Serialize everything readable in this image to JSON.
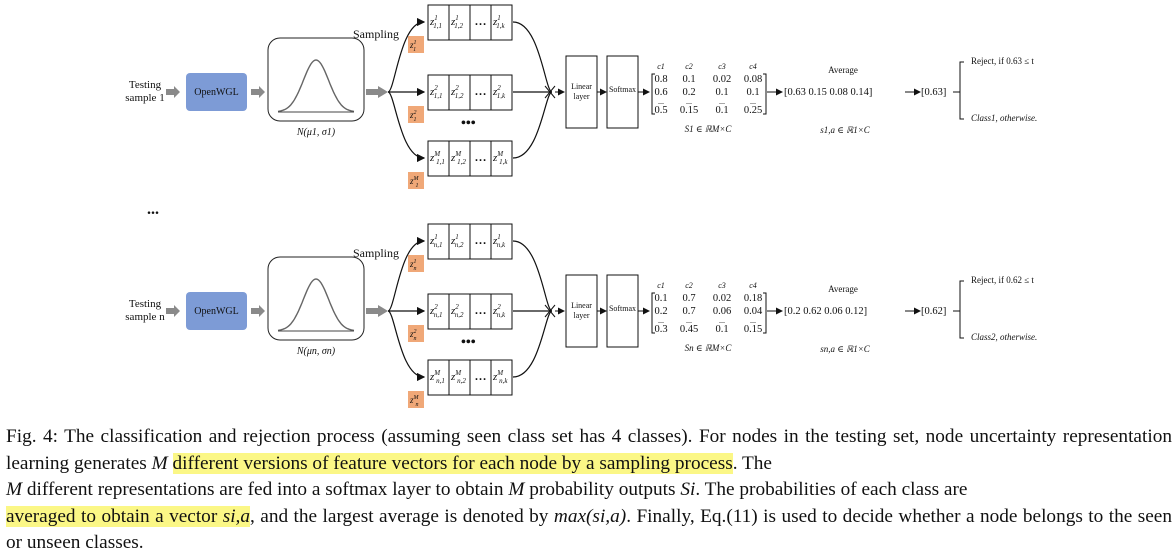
{
  "diagram": {
    "rows": [
      {
        "testing_label": [
          "Testing",
          "sample 1"
        ],
        "encoder_label": "OpenWGL",
        "distribution_label": "N(μ1, σ1)",
        "sampling_label": "Sampling",
        "node_prefix": "z1",
        "vectors": [
          {
            "superscript": "1",
            "cells": [
              "z1,1",
              "z1,2",
              "...",
              "z1,k"
            ]
          },
          {
            "superscript": "2",
            "cells": [
              "z1,1",
              "z1,2",
              "...",
              "z1,k"
            ]
          },
          {
            "superscript": "M",
            "cells": [
              "z1,1",
              "z1,2",
              "...",
              "z1,k"
            ]
          }
        ],
        "linear_label": [
          "Linear",
          "layer"
        ],
        "softmax_label": "Softmax",
        "class_headers": [
          "c1",
          "c2",
          "c3",
          "c4"
        ],
        "matrix": [
          [
            "0.8",
            "0.1",
            "0.02",
            "0.08"
          ],
          [
            "0.6",
            "0.2",
            "0.1",
            "0.1"
          ],
          [
            "0.5",
            "0.15",
            "0.1",
            "0.25"
          ]
        ],
        "matrix_caption": "S1 ∈ ℝM×C",
        "average_label": "Average",
        "average_vector": "[0.63   0.15   0.08   0.14]",
        "max_value": "[0.63]",
        "avg_caption": "s1,a ∈ ℝ1×C",
        "reject_text": "Reject, if 0.63 ≤ t",
        "class_text": "Class1, otherwise."
      },
      {
        "testing_label": [
          "Testing",
          "sample n"
        ],
        "encoder_label": "OpenWGL",
        "distribution_label": "N(μn, σn)",
        "sampling_label": "Sampling",
        "node_prefix": "zn",
        "vectors": [
          {
            "superscript": "1",
            "cells": [
              "zn,1",
              "zn,2",
              "...",
              "zn,k"
            ]
          },
          {
            "superscript": "2",
            "cells": [
              "zn,1",
              "zn,2",
              "...",
              "zn,k"
            ]
          },
          {
            "superscript": "M",
            "cells": [
              "zn,1",
              "zn,2",
              "...",
              "zn,k"
            ]
          }
        ],
        "linear_label": [
          "Linear",
          "layer"
        ],
        "softmax_label": "Softmax",
        "class_headers": [
          "c1",
          "c2",
          "c3",
          "c4"
        ],
        "matrix": [
          [
            "0.1",
            "0.7",
            "0.02",
            "0.18"
          ],
          [
            "0.2",
            "0.7",
            "0.06",
            "0.04"
          ],
          [
            "0.3",
            "0.45",
            "0.1",
            "0.15"
          ]
        ],
        "matrix_caption": "Sn ∈ ℝM×C",
        "average_label": "Average",
        "average_vector": "[0.2   0.62   0.06   0.12]",
        "max_value": "[0.62]",
        "avg_caption": "sn,a ∈ ℝ1×C",
        "reject_text": "Reject, if 0.62 ≤ t",
        "class_text": "Class2, otherwise."
      }
    ],
    "between_rows_ellipsis": "..."
  },
  "caption": {
    "p1": "Fig. 4: The classification and rejection process (assuming seen class set has 4 classes). For nodes in the testing set, node uncertainty representation learning generates ",
    "m1": "M",
    "hl1": "different versions of feature vectors for each node by a sampling process",
    "p2": ". The ",
    "m2": "M",
    "p3": " different representations are fed into a softmax layer to obtain ",
    "m3": "M",
    "p4": " probability outputs ",
    "m4": "Si",
    "p5": ". The probabilities of each class are ",
    "hl2": "averaged to obtain a vector ",
    "m5": "si,a",
    "p6": ", and the largest average is denoted by ",
    "m6": "max(si,a)",
    "p7": ". Finally, Eq.(11) is used to decide whether a node belongs to the seen or unseen classes."
  },
  "colors": {
    "encoder": "#7d9bd6",
    "sample_badge": "#f0a878",
    "arrow_gray": "#8a8a8a",
    "highlight": "#fbf786"
  }
}
